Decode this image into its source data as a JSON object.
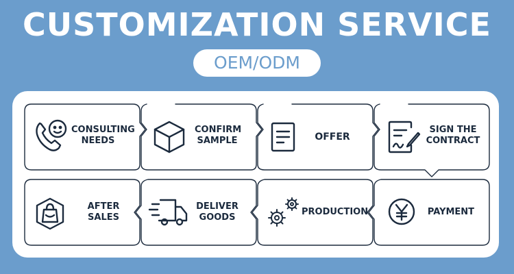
{
  "header": {
    "title": "CUSTOMIZATION SERVICE",
    "subtitle": "OEM/ODM"
  },
  "steps": [
    {
      "line1": "CONSULTING",
      "line2": "NEEDS",
      "icon": "phone-chat-icon"
    },
    {
      "line1": "CONFIRM",
      "line2": "SAMPLE",
      "icon": "box-icon"
    },
    {
      "line1": "OFFER",
      "line2": "",
      "icon": "document-icon"
    },
    {
      "line1": "SIGN THE",
      "line2": "CONTRACT",
      "icon": "contract-sign-icon"
    },
    {
      "line1": "PAYMENT",
      "line2": "",
      "icon": "yen-coin-icon"
    },
    {
      "line1": "PRODUCTION",
      "line2": "",
      "icon": "gears-icon"
    },
    {
      "line1": "DELIVER",
      "line2": "GOODS",
      "icon": "delivery-truck-icon"
    },
    {
      "line1": "AFTER",
      "line2": "SALES",
      "icon": "shopping-bag-icon"
    }
  ],
  "colors": {
    "background": "#6b9dcc",
    "panel": "#ffffff",
    "line": "#1b2a3d",
    "accent": "#6b9dcc"
  }
}
